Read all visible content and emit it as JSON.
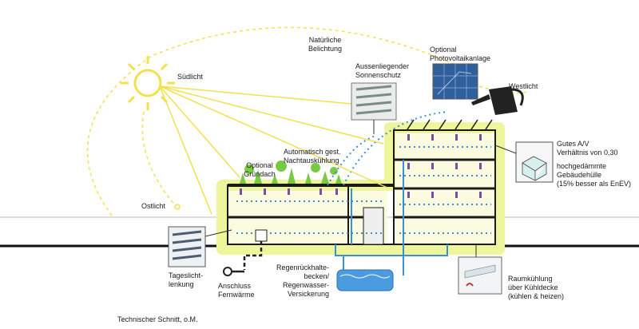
{
  "labels": {
    "natural_light": "Natürliche\nBelichtung",
    "south_light": "Südlicht",
    "east_light": "Ostlicht",
    "west_light": "Westlicht",
    "external_shading": "Aussenliegender\nSonnenschutz",
    "photovoltaic": "Optional\nPhotovoltaikanlage",
    "green_roof": "Optional\nGründach",
    "night_cooling": "Automatisch gest.\nNachtauskühlung",
    "av_ratio": "Gutes A/V\nVerhältnis von 0,30",
    "insulated_envelope": "hochgedämmte\nGebäudehülle\n(15% besser als EnEV)",
    "daylight_guidance": "Tageslicht-\nlenkung",
    "district_heating": "Anschluss\nFernwärme",
    "rainwater": "Regenrückhalte-\nbecken/\nRegenwasser-\nVersickerung",
    "ceiling_cooling": "Raumkühlung\nüber Kühldecke\n(kühlen & heizen)"
  },
  "caption": "Technischer Schnitt, o.M.",
  "colors": {
    "sun": "#f4e04d",
    "glow": "#eef59a",
    "airflow": "#3b8fd6",
    "green": "#7ac943",
    "purple": "#7b4fa0",
    "structure": "#1a1a1a"
  },
  "icons": [
    "sun-icon",
    "watering-can-icon",
    "solar-panel-icon",
    "sunshade-icon",
    "insulation-cube-icon",
    "district-heating-icon",
    "ceiling-cooling-icon",
    "daylight-louvre-icon",
    "rainwater-basin-icon"
  ]
}
